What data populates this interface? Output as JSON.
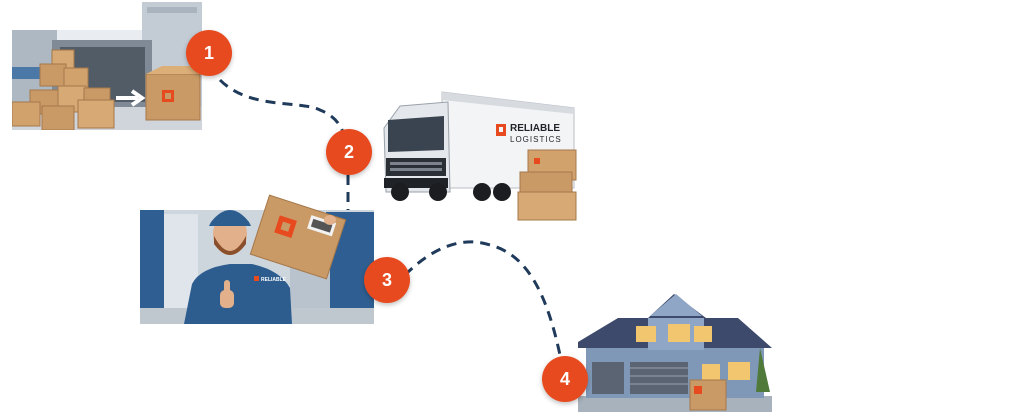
{
  "steps": [
    {
      "number": "1"
    },
    {
      "number": "2"
    },
    {
      "number": "3"
    },
    {
      "number": "4"
    }
  ],
  "brand": {
    "name_line1": "RELIABLE",
    "name_line2": "LOGISTICS",
    "shirt_logo": "RELIABLE"
  },
  "colors": {
    "badge": "#e84a1f",
    "path": "#1f3a5a",
    "cardboard": "#c99a66",
    "brand_orange": "#e84a1f"
  },
  "icons": [
    "warehouse-boxes-illustration",
    "truck-illustration",
    "delivery-man-illustration",
    "house-illustration"
  ]
}
